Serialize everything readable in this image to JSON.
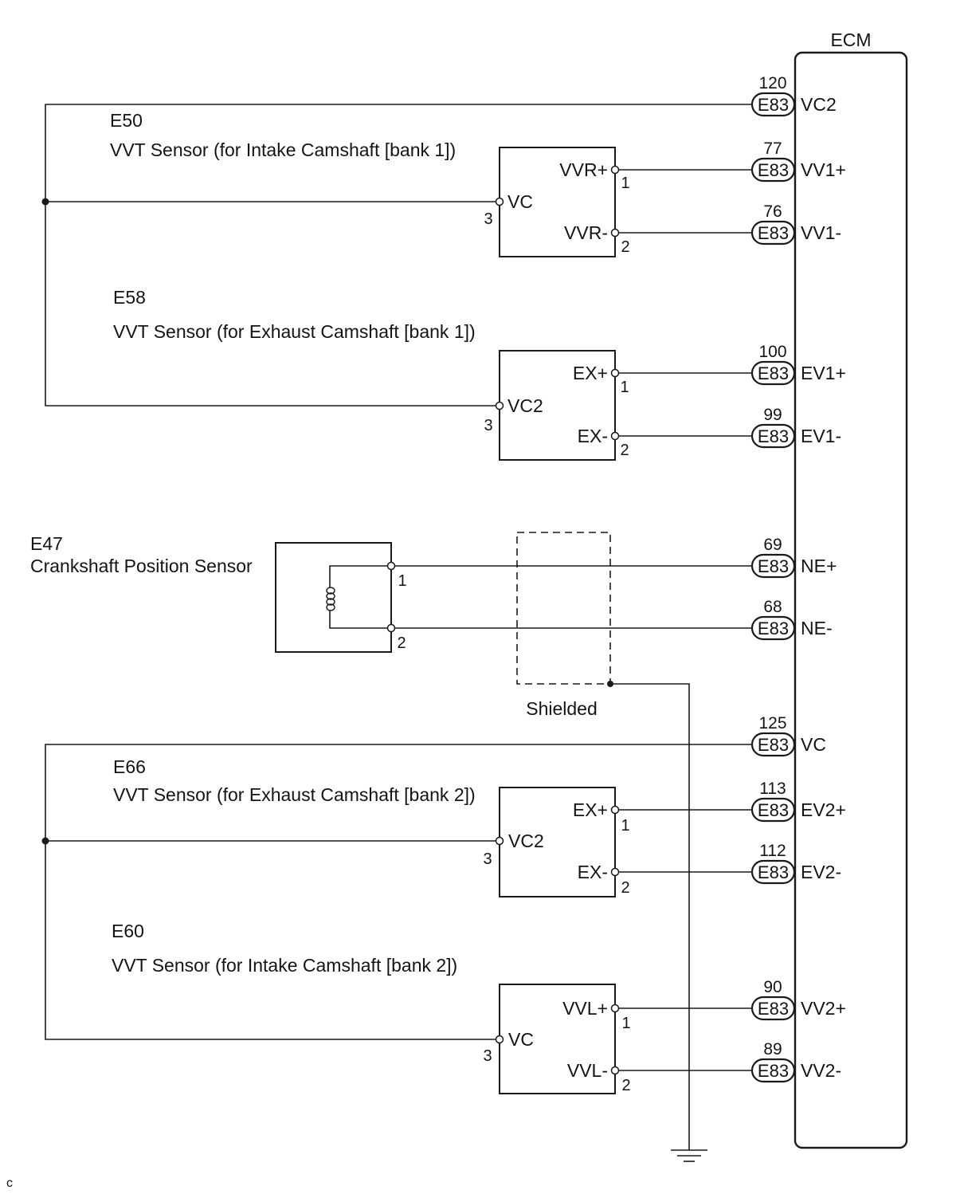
{
  "ecm": {
    "label": "ECM"
  },
  "terminals": [
    {
      "pin": "120",
      "connector": "E83",
      "signal": "VC2"
    },
    {
      "pin": "77",
      "connector": "E83",
      "signal": "VV1+"
    },
    {
      "pin": "76",
      "connector": "E83",
      "signal": "VV1-"
    },
    {
      "pin": "100",
      "connector": "E83",
      "signal": "EV1+"
    },
    {
      "pin": "99",
      "connector": "E83",
      "signal": "EV1-"
    },
    {
      "pin": "69",
      "connector": "E83",
      "signal": "NE+"
    },
    {
      "pin": "68",
      "connector": "E83",
      "signal": "NE-"
    },
    {
      "pin": "125",
      "connector": "E83",
      "signal": "VC"
    },
    {
      "pin": "113",
      "connector": "E83",
      "signal": "EV2+"
    },
    {
      "pin": "112",
      "connector": "E83",
      "signal": "EV2-"
    },
    {
      "pin": "90",
      "connector": "E83",
      "signal": "VV2+"
    },
    {
      "pin": "89",
      "connector": "E83",
      "signal": "VV2-"
    }
  ],
  "sensors": [
    {
      "code": "E50",
      "name": "VVT Sensor (for Intake Camshaft [bank 1])",
      "pins": [
        {
          "label": "VC",
          "number": "3"
        },
        {
          "label": "VVR+",
          "number": "1"
        },
        {
          "label": "VVR-",
          "number": "2"
        }
      ]
    },
    {
      "code": "E58",
      "name": "VVT Sensor (for Exhaust Camshaft [bank 1])",
      "pins": [
        {
          "label": "VC2",
          "number": "3"
        },
        {
          "label": "EX+",
          "number": "1"
        },
        {
          "label": "EX-",
          "number": "2"
        }
      ]
    },
    {
      "code": "E47",
      "name": "Crankshaft Position Sensor",
      "pins": [
        {
          "number": "1"
        },
        {
          "number": "2"
        }
      ]
    },
    {
      "code": "E66",
      "name": "VVT Sensor (for Exhaust Camshaft [bank 2])",
      "pins": [
        {
          "label": "VC2",
          "number": "3"
        },
        {
          "label": "EX+",
          "number": "1"
        },
        {
          "label": "EX-",
          "number": "2"
        }
      ]
    },
    {
      "code": "E60",
      "name": "VVT Sensor (for Intake Camshaft [bank 2])",
      "pins": [
        {
          "label": "VC",
          "number": "3"
        },
        {
          "label": "VVL+",
          "number": "1"
        },
        {
          "label": "VVL-",
          "number": "2"
        }
      ]
    }
  ],
  "shield": {
    "label": "Shielded"
  },
  "corner_mark": "c"
}
